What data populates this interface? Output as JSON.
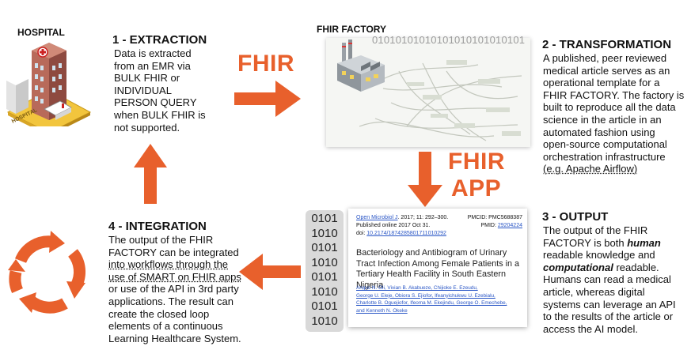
{
  "hospital": {
    "label": "HOSPITAL",
    "sign": "HOSPITAL"
  },
  "extraction": {
    "title": "1 - EXTRACTION",
    "lines": [
      "Data is extracted",
      "from an EMR via",
      "BULK FHIR or",
      "INDIVIDUAL",
      "PERSON QUERY",
      "when BULK FHIR is",
      "not supported."
    ]
  },
  "fhir_arrow_label": "FHIR",
  "factory": {
    "label": "FHIR FACTORY",
    "binary": "01010101010101010101010101"
  },
  "transformation": {
    "title": "2 - TRANSFORMATION",
    "lines": [
      "A published, peer reviewed",
      "medical article serves as an",
      "operational template for a",
      "FHIR FACTORY. The factory is",
      "built to reproduce all the data",
      "science in the article in an",
      "automated fashion using",
      "open-source computational",
      "orchestration infrastructure",
      "(e.g. Apache Airflow)"
    ]
  },
  "fhir_app_label": [
    "FHIR",
    "APP"
  ],
  "binary_column": [
    "0101",
    "1010",
    "0101",
    "1010",
    "0101",
    "1010",
    "0101",
    "1010"
  ],
  "article": {
    "journal": "Open Microbiol J",
    "citation": ". 2017; 11: 292–300.",
    "pmcid": "PMCID: PMC5688387",
    "published": "Published online 2017 Oct 31.",
    "pmid_label": "PMID: ",
    "pmid": "29204224",
    "doi_label": "doi: ",
    "doi": "10.2174/1874285801711010292",
    "title": "Bacteriology and Antibiogram of Urinary Tract Infection Among Female Patients in a Tertiary Health Facility in South Eastern Nigeria",
    "authors_1": "Angus N. Oli, Vivian B. Akabueze, Chijioke E. Ezeudu,",
    "authors_2": "George U. Eleje, Obiora S. Ejiofor, Ifeanyichukwu U. Ezebialu,",
    "authors_3": "Charlotte B. Oguejiofor, Ifeoma M. Ekejindu, George O. Emechebe,",
    "authors_4": "and Kenneth N. Okeke"
  },
  "output": {
    "title": "3 - OUTPUT",
    "line1": "The output of the FHIR",
    "line2": "FACTORY is both ",
    "human": "human",
    "line3": "readable knowledge and",
    "computational": "computational",
    "line4": " readable.",
    "lines_rest": [
      "Humans can read a medical",
      "article, whereas digital",
      "systems can leverage an API",
      "to the results of the article or",
      "access the AI model."
    ]
  },
  "integration": {
    "title": "4 - INTEGRATION",
    "lines": [
      "The output of the FHIR",
      "FACTORY can be integrated",
      "into workflows through the",
      "use of SMART on FHIR apps",
      "or use of the API in 3rd party",
      "applications. The result can",
      "create the closed loop",
      "elements of a continuous",
      "Learning Healthcare System."
    ]
  },
  "colors": {
    "accent": "#e8602c",
    "link": "#2a56c6",
    "binary_bg": "#d9d9d9"
  }
}
